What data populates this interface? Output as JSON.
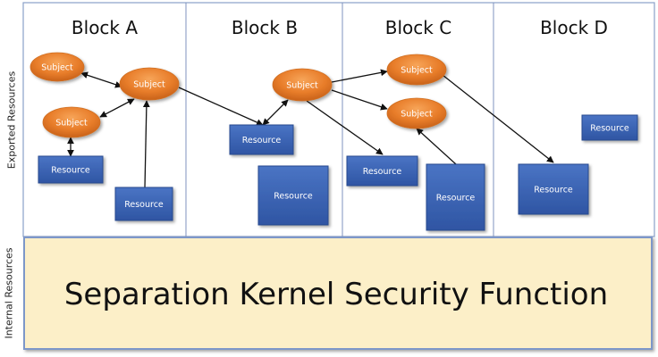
{
  "diagram": {
    "axis_labels": {
      "exported": "Exported Resources",
      "internal": "Internal Resources"
    },
    "blocks": [
      {
        "id": "A",
        "title": "Block A"
      },
      {
        "id": "B",
        "title": "Block B"
      },
      {
        "id": "C",
        "title": "Block C"
      },
      {
        "id": "D",
        "title": "Block D"
      }
    ],
    "subjects": [
      {
        "id": "sA1",
        "block": "A",
        "label": "Subject"
      },
      {
        "id": "sA2",
        "block": "A",
        "label": "Subject"
      },
      {
        "id": "sA3",
        "block": "A",
        "label": "Subject"
      },
      {
        "id": "sB1",
        "block": "B",
        "label": "Subject"
      },
      {
        "id": "sC1",
        "block": "C",
        "label": "Subject"
      },
      {
        "id": "sC2",
        "block": "C",
        "label": "Subject"
      }
    ],
    "resources": [
      {
        "id": "rA1",
        "block": "A",
        "label": "Resource"
      },
      {
        "id": "rA2",
        "block": "A",
        "label": "Resource"
      },
      {
        "id": "rB1",
        "block": "B",
        "label": "Resource"
      },
      {
        "id": "rB2",
        "block": "B",
        "label": "Resource"
      },
      {
        "id": "rC1",
        "block": "C",
        "label": "Resource"
      },
      {
        "id": "rC2",
        "block": "C",
        "label": "Resource"
      },
      {
        "id": "rD1",
        "block": "D",
        "label": "Resource"
      },
      {
        "id": "rD2",
        "block": "D",
        "label": "Resource"
      }
    ],
    "edges": [
      {
        "from": "sA1",
        "to": "sA2",
        "bidirectional": true
      },
      {
        "from": "sA3",
        "to": "sA2",
        "bidirectional": true
      },
      {
        "from": "sA3",
        "to": "rA1",
        "bidirectional": true
      },
      {
        "from": "rA2",
        "to": "sA2",
        "bidirectional": false
      },
      {
        "from": "sA2",
        "to": "rB1",
        "bidirectional": false
      },
      {
        "from": "sB1",
        "to": "rB1",
        "bidirectional": true
      },
      {
        "from": "sB1",
        "to": "sC1",
        "bidirectional": false
      },
      {
        "from": "sB1",
        "to": "sC2",
        "bidirectional": false
      },
      {
        "from": "sB1",
        "to": "rC1",
        "bidirectional": false
      },
      {
        "from": "rC2",
        "to": "sC2",
        "bidirectional": false
      },
      {
        "from": "sC1",
        "to": "rD1",
        "bidirectional": false
      }
    ],
    "kernel": {
      "label": "Separation Kernel Security Function"
    },
    "colors": {
      "subject_fill": "#e87d2a",
      "resource_fill": "#3a62b0",
      "kernel_fill": "#fcefc8",
      "frame_stroke": "#8aa0c8"
    }
  }
}
